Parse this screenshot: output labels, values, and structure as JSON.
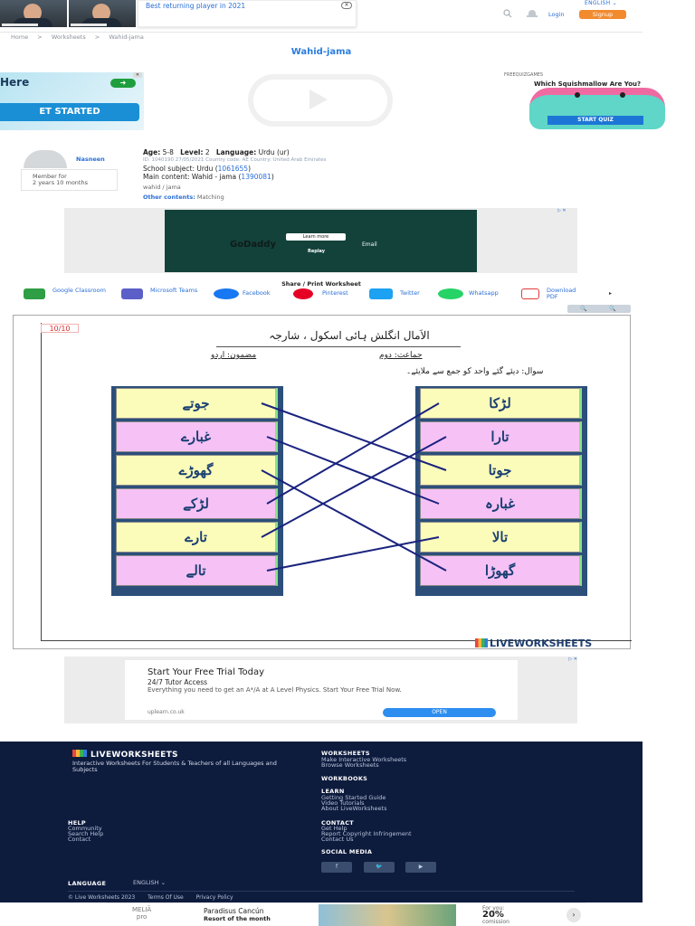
{
  "promo": {
    "text": "Best returning player in 2021",
    "close": "✕"
  },
  "topbar": {
    "language": "ENGLISH  ⌄",
    "login": "Login",
    "signup": "Signup"
  },
  "breadcrumb": [
    "Home",
    ">",
    "Worksheets",
    ">",
    "Wahid-jama"
  ],
  "page_title": "Wahid-jama",
  "ad_left": {
    "headline": "Here",
    "button": "ET STARTED"
  },
  "ad_right": {
    "brand": "FREEQUIZGAMES",
    "headline": "Which Squishmallow Are You?",
    "button": "START QUIZ"
  },
  "author": {
    "name": "Nasneen",
    "member_line1": "Member for",
    "member_line2": "2 years 10 months"
  },
  "info": {
    "age_label": "Age:",
    "age": "5-8",
    "level_label": "Level:",
    "level": "2",
    "language_label": "Language:",
    "language": "Urdu (ur)",
    "id_line": "ID: 1040190     27/05/2021     Country code: AE     Country: United Arab Emirates",
    "subject_label": "School subject: Urdu (",
    "subject_id": "1061655",
    "subject_close": ")",
    "main_label": "Main content: Wahid - jama (",
    "main_id": "1390081",
    "main_close": ")",
    "tags": "wahid / jama",
    "other_label": "Other contents:",
    "other": "Matching"
  },
  "ad_godaddy": {
    "learn": "Learn more",
    "logo": "GoDaddy",
    "email": "Email",
    "replay": "Replay",
    "adx": "▷ ✕"
  },
  "share": {
    "title": "Share / Print Worksheet",
    "items": [
      "Google Classroom",
      "Microsoft Teams",
      "Facebook",
      "Pinterest",
      "Twitter",
      "Whatsapp",
      "Download PDF"
    ],
    "more": "▸"
  },
  "zoom": {
    "zoom_in": "🔍",
    "zoom_out": "🔍"
  },
  "worksheet": {
    "score": "10/10",
    "heading": "الاَمال انگلش ہائی اسکول ، شارجہ",
    "class_line": "جماعت: دوم",
    "subject_line": "مضمون: اردو",
    "question": "سوال: دیئے گئے واحد کو جمع سے ملایئے۔",
    "left_items": [
      "جوتے",
      "غبارے",
      "گھوڑے",
      "لڑکے",
      "تارے",
      "تالے"
    ],
    "right_items": [
      "لڑکا",
      "تارا",
      "جوتا",
      "غبارہ",
      "تالا",
      "گھوڑا"
    ],
    "matches": [
      [
        0,
        2
      ],
      [
        1,
        3
      ],
      [
        2,
        5
      ],
      [
        3,
        0
      ],
      [
        4,
        1
      ],
      [
        5,
        4
      ]
    ],
    "logo": "LIVEWORKSHEETS"
  },
  "ad_upl": {
    "title": "Start Your Free Trial Today",
    "subtitle": "24/7 Tutor Access",
    "description": "Everything you need to get an A*/A at A Level Physics. Start Your Free Trial Now.",
    "url": "uplearn.co.uk",
    "button": "OPEN",
    "adx": "▷ ✕"
  },
  "footer": {
    "brand": "LIVEWORKSHEETS",
    "tagline": "Interactive Worksheets For Students & Teachers of all Languages and Subjects",
    "worksheets_heading": "WORKSHEETS",
    "worksheets_links": [
      "Make Interactive Worksheets",
      "Browse Worksheets"
    ],
    "workbooks_heading": "WORKBOOKS",
    "learn_heading": "LEARN",
    "learn_links": [
      "Getting Started Guide",
      "Video Tutorials",
      "About LiveWorksheets"
    ],
    "help_heading": "HELP",
    "help_links": [
      "Community",
      "Search Help",
      "Contact"
    ],
    "contact_heading": "CONTACT",
    "contact_links": [
      "Get Help",
      "Report Copyright Infringement",
      "Contact Us"
    ],
    "social_heading": "SOCIAL MEDIA",
    "social": [
      "f",
      "🐦",
      "▶"
    ],
    "language_label": "LANGUAGE",
    "language_value": "ENGLISH ⌄",
    "copyright": "© Live Worksheets 2023",
    "terms": "Terms Of Use",
    "privacy": "Privacy Policy"
  },
  "ad_hotel": {
    "logo_line1": "MELIÃ",
    "logo_line2": "pro",
    "name": "Paradisus Cancún",
    "subtitle": "Resort of the month",
    "for_you": "For you:",
    "discount": "20%",
    "discount_label": "comission",
    "arrow": "›"
  }
}
